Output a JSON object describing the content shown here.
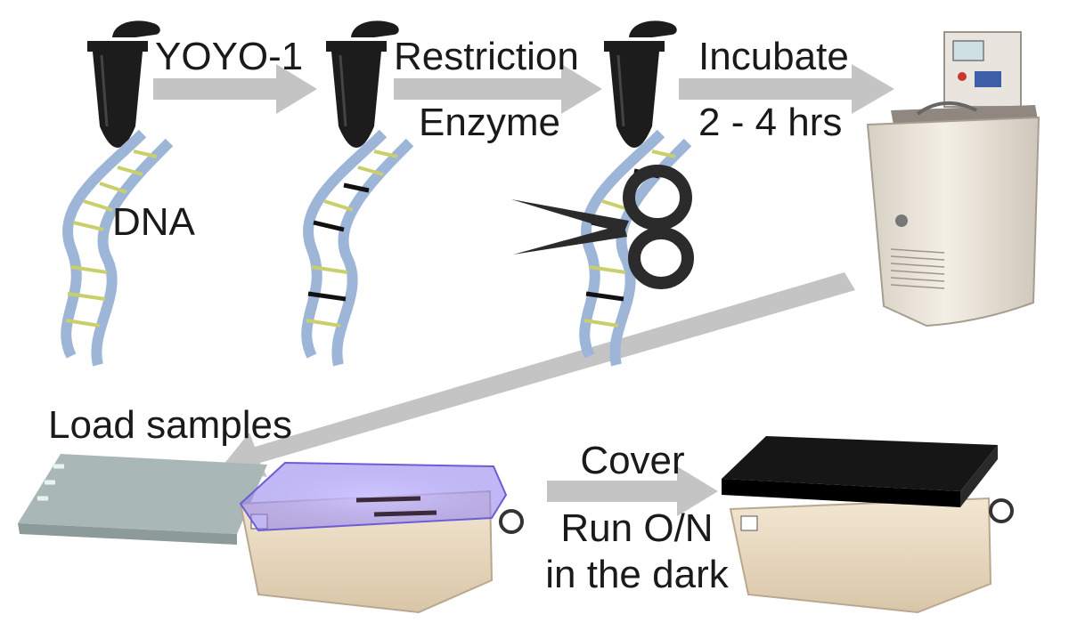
{
  "labels": {
    "yoyo": "YOYO-1",
    "restriction": "Restriction",
    "enzyme": "Enzyme",
    "incubate": "Incubate",
    "duration": "2 - 4 hrs",
    "dna": "DNA",
    "load_samples": "Load samples",
    "cover": "Cover",
    "run_line1": "Run O/N",
    "run_line2": "in the dark"
  },
  "colors": {
    "arrow": "#c4c4c4",
    "tube": "#1c1c1c",
    "dna_backbone": "#9db6d8",
    "dna_rungs": "#c9cf6a",
    "scissors": "#2b2b2b",
    "incubator_body": "#ece6db",
    "gel_tray_glow": "#9c8cf0",
    "gel_box_base": "#efe0c9",
    "cover_lid": "#161616",
    "sample_plate": "#a9b8b7"
  }
}
